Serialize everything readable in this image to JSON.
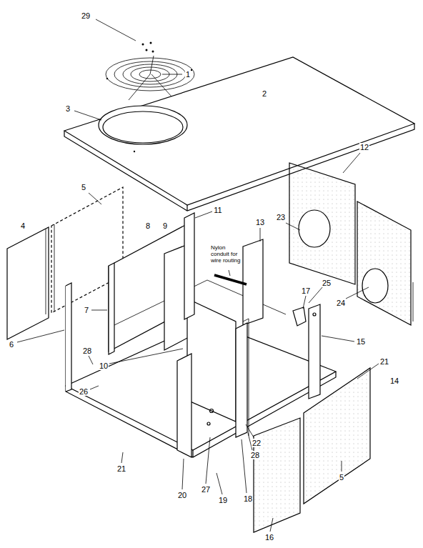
{
  "diagram": {
    "labels": [
      "29",
      "1",
      "2",
      "3",
      "5",
      "4",
      "8",
      "9",
      "11",
      "13",
      "12",
      "23",
      "24",
      "14",
      "Nylon conduit for wire routing",
      "25",
      "17",
      "7",
      "6",
      "28",
      "15",
      "21",
      "10",
      "26",
      "21",
      "22",
      "28",
      "20",
      "27",
      "19",
      "18",
      "16",
      "5"
    ]
  }
}
